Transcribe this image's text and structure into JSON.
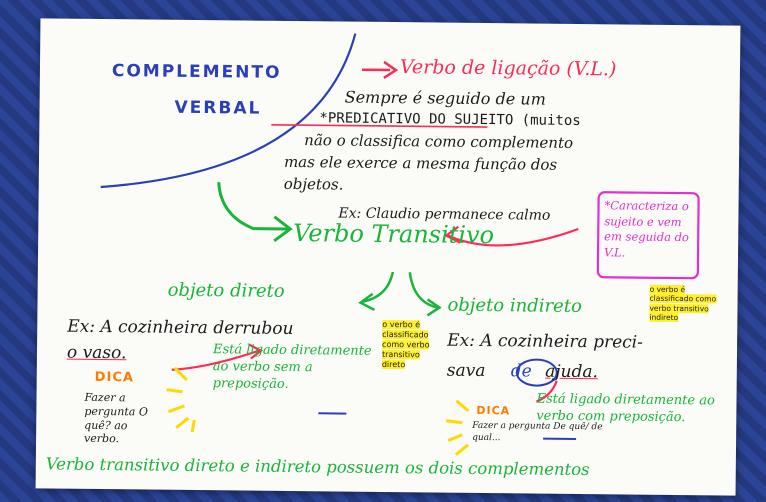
{
  "title": {
    "line1": "COMPLEMENTO",
    "line2": "VERBAL"
  },
  "vl": {
    "heading": "Verbo de ligação (V.L.)",
    "line1": "Sempre é seguido de um",
    "line2": "*PREDICATIVO DO SUJEITO (muitos",
    "line3": "não o classifica como complemento",
    "line4": "mas ele exerce a mesma função dos",
    "line5": "objetos.",
    "example": "Ex: Claudio permanece calmo",
    "note": "*Caracteriza o sujeito e vem em seguida do V.L."
  },
  "vt": {
    "heading": "Verbo Transitivo",
    "od_label": "objeto direto",
    "oi_label": "objeto indireto",
    "oi_side_note": "o verbo é classificado como verbo transitivo indireto",
    "od_example_l1": "Ex: A cozinheira derrubou",
    "od_example_l2": "o vaso.",
    "od_mid_note": "o verbo é classificado como verbo transitivo direto",
    "od_connect": "Está ligado diretamente ao verbo sem a preposição.",
    "oi_example_l1": "Ex: A cozinheira preci-",
    "oi_example_l2_a": "sava",
    "oi_example_l2_b": "de",
    "oi_example_l2_c": "ajuda.",
    "oi_connect": "Está ligado diretamente ao verbo com preposição.",
    "dica1_label": "DICA",
    "dica1_text": "Fazer a pergunta O quê? ao verbo.",
    "dica2_label": "DICA",
    "dica2_text": "Fazer a pergunta De quê/ de qual...",
    "footer": "Verbo transitivo direto e indireto possuem os dois complementos"
  },
  "colors": {
    "blue": "#2b3fb8",
    "green": "#19b53a",
    "red": "#ff2a55",
    "magenta": "#e22fd0",
    "orange": "#ff7a00",
    "yellow": "#fff02a"
  }
}
